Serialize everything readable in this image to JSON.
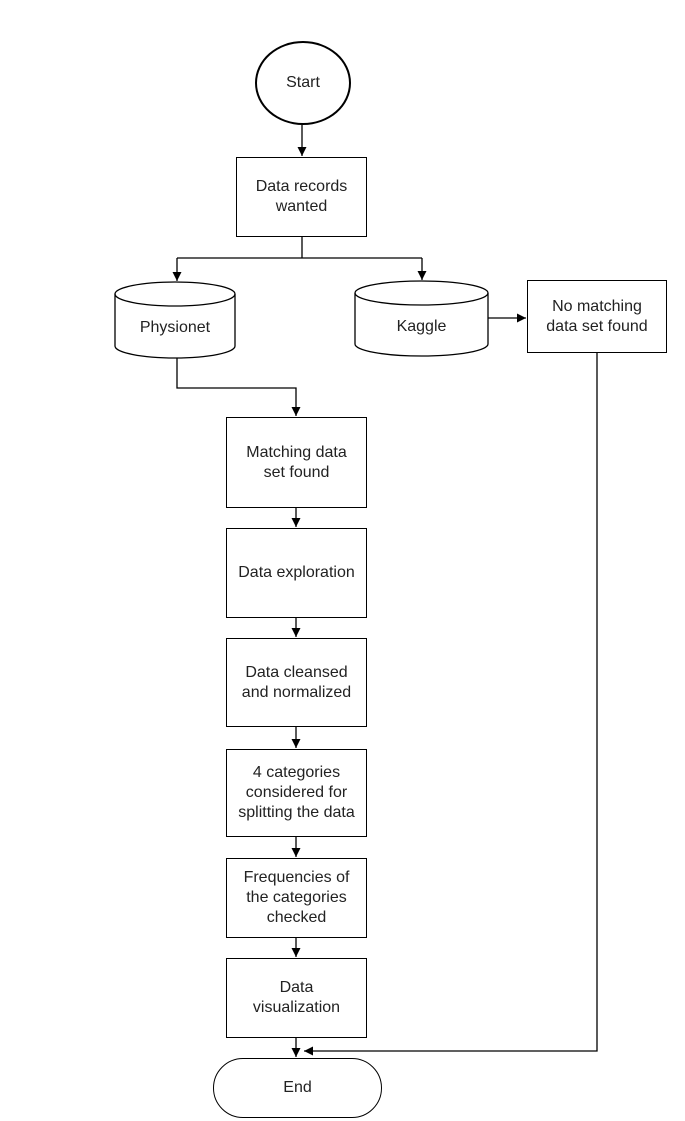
{
  "diagram": {
    "type": "flowchart",
    "background_color": "#ffffff",
    "stroke_color": "#000000",
    "text_color": "#222222",
    "nodes": {
      "start": {
        "shape": "ellipse",
        "label": "Start"
      },
      "data_records_wanted": {
        "shape": "process",
        "label": "Data records\nwanted"
      },
      "physionet": {
        "shape": "database",
        "label": "Physionet"
      },
      "kaggle": {
        "shape": "database",
        "label": "Kaggle"
      },
      "no_matching_data_set_found": {
        "shape": "process",
        "label": "No matching\ndata set found"
      },
      "matching_data_set_found": {
        "shape": "process",
        "label": "Matching data\nset found"
      },
      "data_exploration": {
        "shape": "process",
        "label": "Data exploration"
      },
      "data_cleansed_and_normalized": {
        "shape": "process",
        "label": "Data cleansed\nand normalized"
      },
      "four_categories_considered": {
        "shape": "process",
        "label": "4 categories\nconsidered for\nsplitting the data"
      },
      "frequencies_of_categories_checked": {
        "shape": "process",
        "label": "Frequencies of\nthe categories\nchecked"
      },
      "data_visualization": {
        "shape": "process",
        "label": "Data\nvisualization"
      },
      "end": {
        "shape": "terminator",
        "label": "End"
      }
    },
    "edges": [
      {
        "from": "start",
        "to": "data_records_wanted"
      },
      {
        "from": "data_records_wanted",
        "to": "physionet"
      },
      {
        "from": "data_records_wanted",
        "to": "kaggle"
      },
      {
        "from": "kaggle",
        "to": "no_matching_data_set_found"
      },
      {
        "from": "physionet",
        "to": "matching_data_set_found"
      },
      {
        "from": "matching_data_set_found",
        "to": "data_exploration"
      },
      {
        "from": "data_exploration",
        "to": "data_cleansed_and_normalized"
      },
      {
        "from": "data_cleansed_and_normalized",
        "to": "four_categories_considered"
      },
      {
        "from": "four_categories_considered",
        "to": "frequencies_of_categories_checked"
      },
      {
        "from": "frequencies_of_categories_checked",
        "to": "data_visualization"
      },
      {
        "from": "data_visualization",
        "to": "end"
      },
      {
        "from": "no_matching_data_set_found",
        "to": "end"
      }
    ]
  }
}
